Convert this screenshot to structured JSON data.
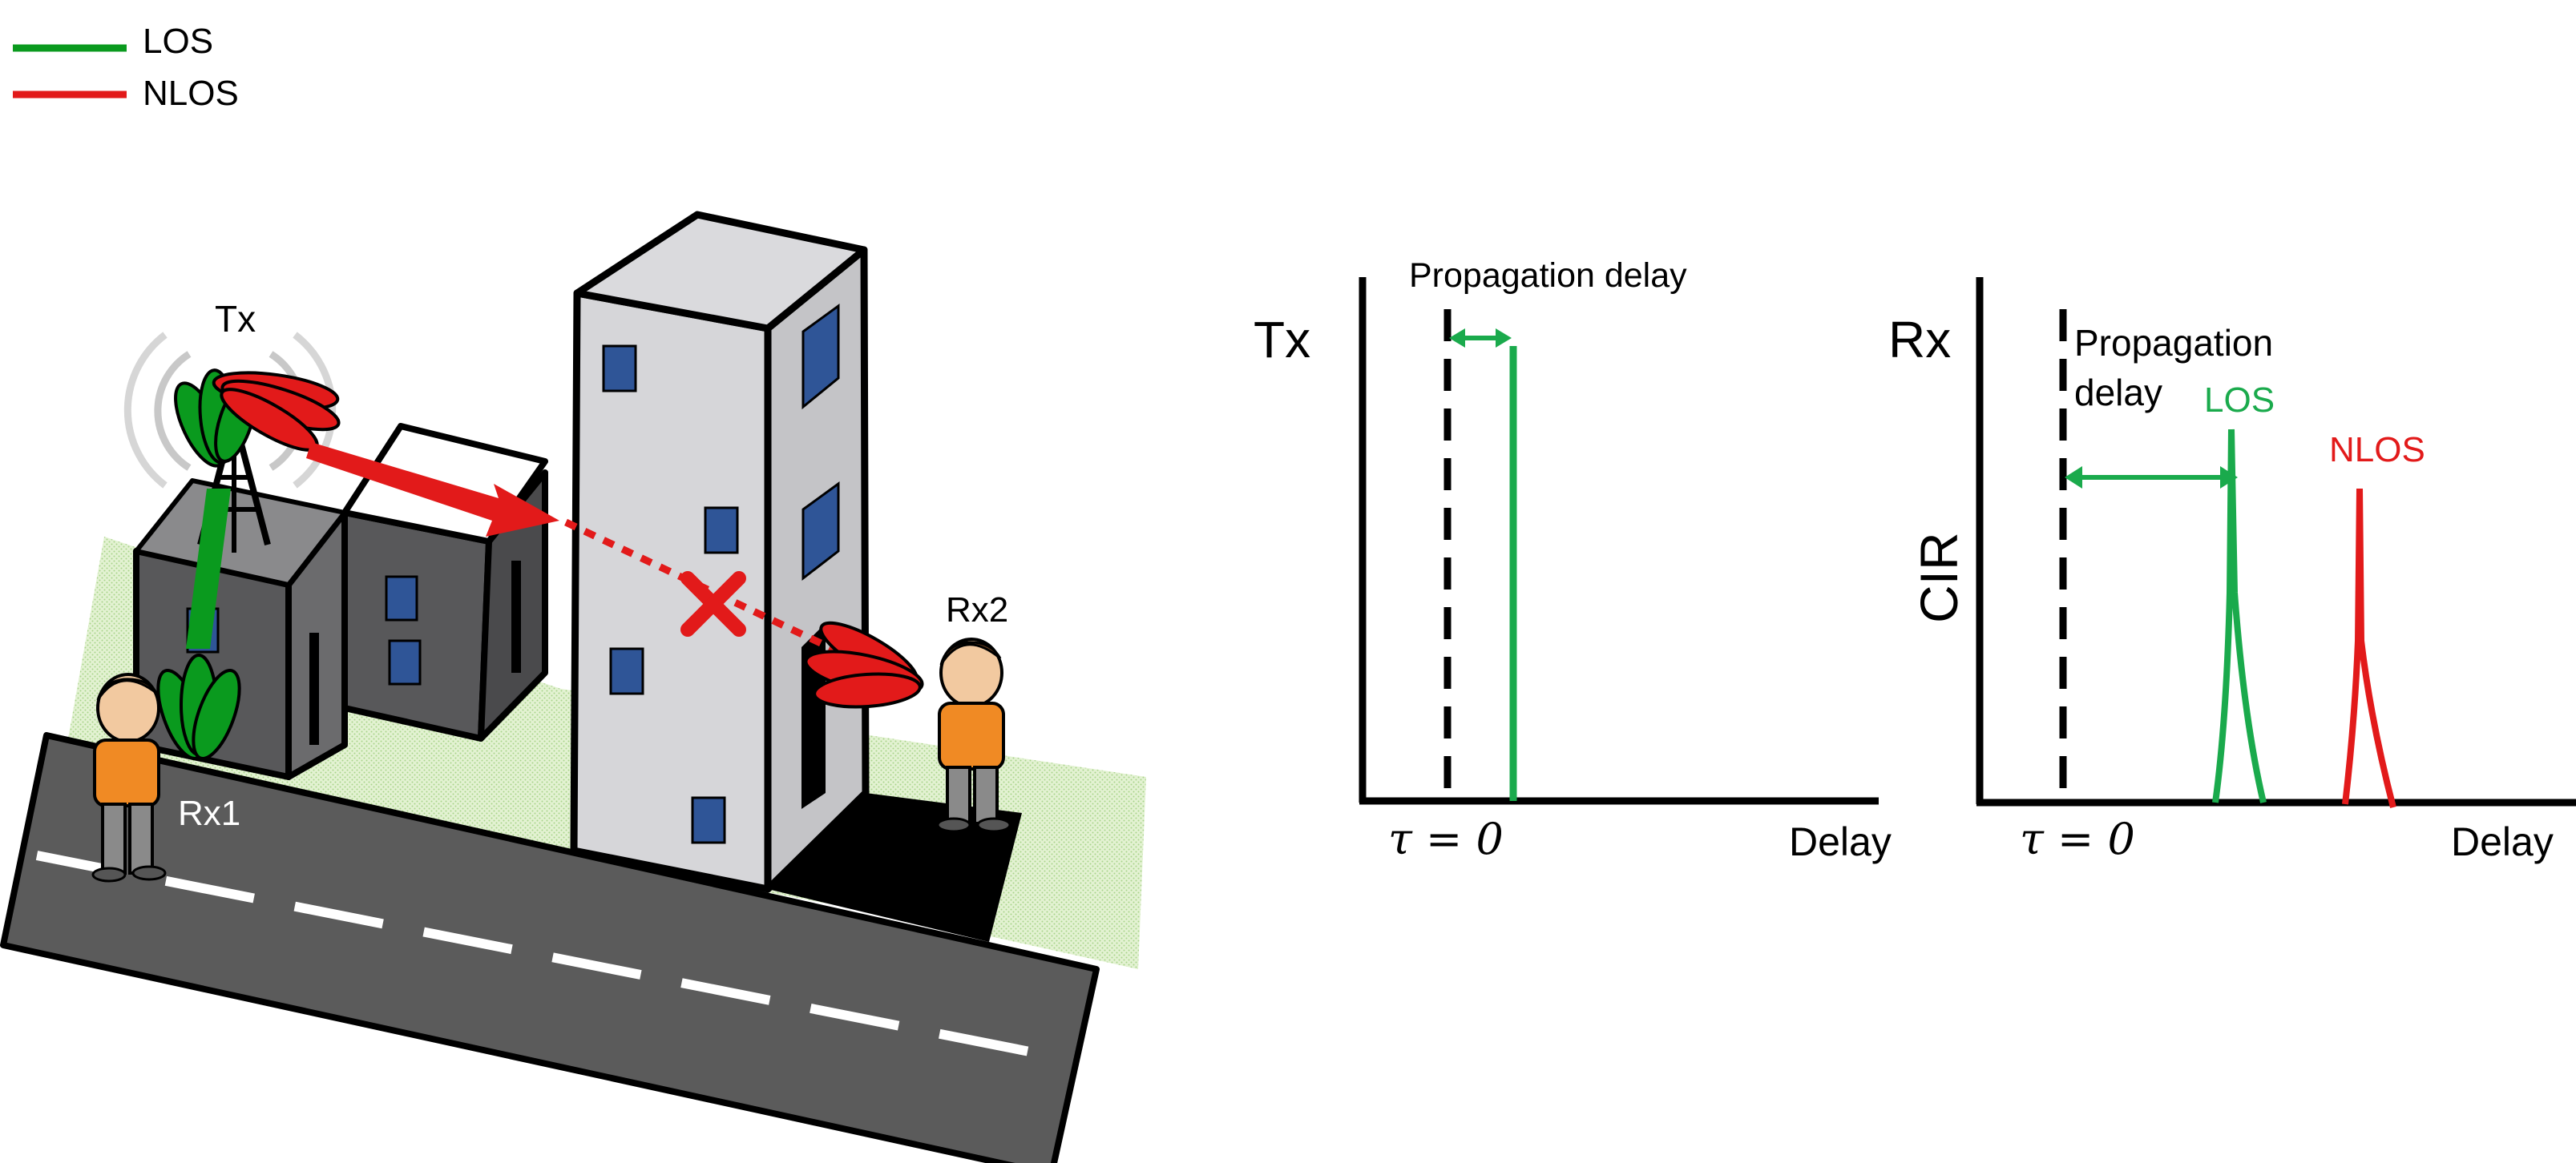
{
  "legend": {
    "items": [
      {
        "label": "LOS",
        "color": "#0a9a1e"
      },
      {
        "label": "NLOS",
        "color": "#e21a1a"
      }
    ]
  },
  "scene": {
    "tx_label": "Tx",
    "rx1_label": "Rx1",
    "rx2_label": "Rx2",
    "blocked_marker": "x-mark",
    "colors": {
      "los": "#0a9a1e",
      "nlos": "#e21a1a",
      "building_dark": "#58585a",
      "building_light": "#d6d6d9",
      "window": "#2f5597",
      "road": "#5b5b5b",
      "grass": "#cfe8b3"
    }
  },
  "tx_plot": {
    "title": "Tx",
    "annotation": "Propagation delay",
    "tau_label": "τ = 0",
    "x_label": "Delay"
  },
  "rx_plot": {
    "title": "Rx",
    "annotation_line1": "Propagation",
    "annotation_line2": "delay",
    "y_label": "CIR",
    "los_label": "LOS",
    "nlos_label": "NLOS",
    "tau_label": "τ = 0",
    "x_label": "Delay"
  }
}
